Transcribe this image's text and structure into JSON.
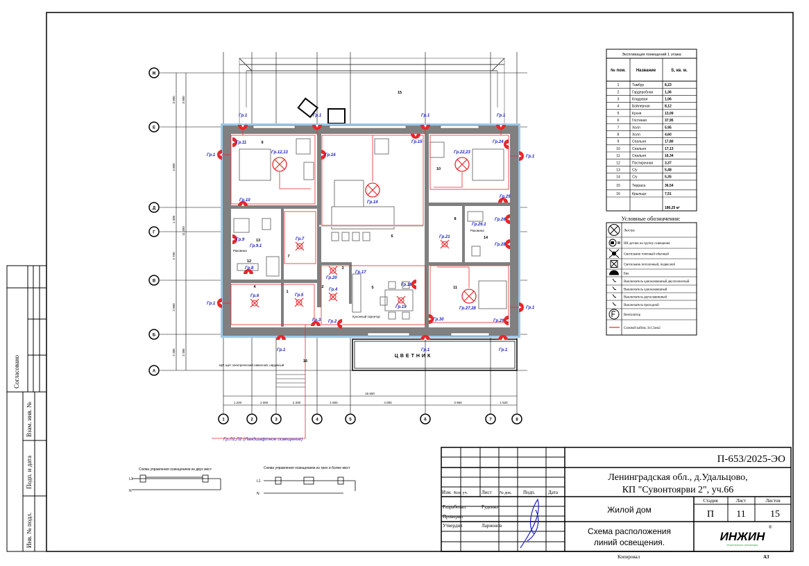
{
  "colors": {
    "wire": "#e8262b",
    "label": "#1a20c8",
    "wall": "#808080",
    "insulation": "#9cc8e8",
    "logo_green": "#2aa84a"
  },
  "axes": {
    "horizontal": [
      "Ж",
      "Е",
      "Д",
      "Г",
      "В",
      "Б",
      "А"
    ],
    "vertical": [
      "1",
      "2",
      "3",
      "4",
      "5",
      "6",
      "7",
      "8"
    ],
    "dims_left_inner": [
      "3 000",
      "4 800",
      "1 300",
      "3 750",
      "2 800",
      "2 385"
    ],
    "dims_left_outer": [
      "3 000",
      "11 350",
      "2 385"
    ],
    "dims_bottom": [
      "1 220",
      "1 000",
      "2 200",
      "1 600",
      "4 000",
      "3 950",
      "1 520"
    ],
    "dim_total_bottom": "15 500"
  },
  "rooms": [
    "1",
    "2",
    "3",
    "4",
    "5",
    "6",
    "7",
    "8",
    "9",
    "10",
    "11",
    "12",
    "13",
    "14",
    "15",
    "16"
  ],
  "plan_labels": {
    "flowerbed": "ЦВЕТНИК",
    "panel_note": "ЩР, щит электрический навесной, наружный",
    "kitchen_note": "Кухонный гарнитур",
    "feed_note": "Гр.Л1,Л2 (Ландшафтное освещение)",
    "bath1": "Раковина",
    "bath2": "Раковина"
  },
  "fixtures": [
    {
      "label": "Гр.1"
    },
    {
      "label": "Гр.1"
    },
    {
      "label": "Гр.1"
    },
    {
      "label": "Гр.1"
    },
    {
      "label": "Гр.1"
    },
    {
      "label": "Гр.1"
    },
    {
      "label": "Гр.1"
    },
    {
      "label": "Гр.1"
    },
    {
      "label": "Гр.1"
    },
    {
      "label": "Гр.1"
    },
    {
      "label": "Гр.1"
    },
    {
      "label": "Гр.11"
    },
    {
      "label": "Гр.10"
    },
    {
      "label": "Гр.9"
    },
    {
      "label": "Гр.8"
    },
    {
      "label": "Гр.15"
    },
    {
      "label": "Гр.16"
    },
    {
      "label": "Гр.24"
    },
    {
      "label": "Гр.25"
    },
    {
      "label": "Гр.26"
    },
    {
      "label": "Гр.28"
    },
    {
      "label": "Гр.18"
    },
    {
      "label": "Гр.30"
    },
    {
      "label": "Гр.29"
    },
    {
      "label": "Гр.2"
    },
    {
      "label": "Гр.3"
    },
    {
      "label": "Гр.12,13"
    },
    {
      "label": "Гр.14"
    },
    {
      "label": "Гр.22,23"
    },
    {
      "label": "Гр.27,28"
    },
    {
      "label": "Гр.7"
    },
    {
      "label": "Гр.6"
    },
    {
      "label": "Гр.5"
    },
    {
      "label": "Гр.20"
    },
    {
      "label": "Гр.4"
    },
    {
      "label": "Гр.21"
    },
    {
      "label": "Гр.19"
    },
    {
      "label": "Гр.17"
    },
    {
      "label": "Гр.9.1"
    },
    {
      "label": "Гр.26.1"
    }
  ],
  "rooms_table": {
    "title": "Экспликация помещений 1 этажа",
    "headers": [
      "№ пом.",
      "Название",
      "S, кв. м."
    ],
    "rows": [
      [
        "1",
        "Тамбур",
        "8,23"
      ],
      [
        "2",
        "Гардеробная",
        "1,36"
      ],
      [
        "3",
        "Кладовая",
        "1,06"
      ],
      [
        "4",
        "Бойлерная",
        "8,12"
      ],
      [
        "5",
        "Кухня",
        "13,09"
      ],
      [
        "6",
        "Гостиная",
        "37,95"
      ],
      [
        "7",
        "Холл",
        "5,95"
      ],
      [
        "8",
        "Холл",
        "4,60"
      ],
      [
        "9",
        "Спальня",
        "17,80"
      ],
      [
        "10",
        "Спальня",
        "17,13"
      ],
      [
        "11",
        "Спальня",
        "16,34"
      ],
      [
        "12",
        "Постирочная",
        "3,37"
      ],
      [
        "13",
        "С/у",
        "5,48"
      ],
      [
        "14",
        "С/у",
        "5,35"
      ],
      [
        "15",
        "Терраса",
        "36,54"
      ],
      [
        "16",
        "Крыльцо",
        "7,51"
      ]
    ],
    "total": "186,25 м²"
  },
  "legend": {
    "title": "Условные обозначения:",
    "items": [
      "Люстра",
      "ИК датчик на группу освещения",
      "Светильник точечный обычный",
      "Светильник потолочный, подвесной",
      "Бра",
      "Выключатель одноклавишный двухполюсный",
      "Выключатель одноклавишный",
      "Выключатель двухклавишный",
      "Выключатель проходной",
      "Вентилятор",
      "Силовой кабель 3х1,5мм2"
    ]
  },
  "schemes": {
    "two_places": "Схема управления освещением из двух мест",
    "three_places": "Схема управления освещением из трех и более мест",
    "L1": "L1",
    "N": "N"
  },
  "stamp_left": {
    "agreed": "Согласовано",
    "inv_replace": "Взам. инв. №",
    "sign_date": "Подп. и дата",
    "inv_orig": "Инв. № подл."
  },
  "title_block": {
    "code": "П-653/2025-ЭО",
    "address_line1": "Ленинградская обл., д.Удальцово,",
    "address_line2": "КП \"Сувонтоярви 2\", уч.66",
    "col_headers": [
      "Изм.",
      "Кол. уч.",
      "Лист",
      "№ док.",
      "Подп.",
      "Дата"
    ],
    "roles": [
      {
        "role": "Разработал",
        "name": "Руденко"
      },
      {
        "role": "Проверил",
        "name": ""
      },
      {
        "role": "Утвердил",
        "name": "Ларионов"
      }
    ],
    "object": "Жилой дом",
    "stage_label": "Стадия",
    "sheet_label": "Лист",
    "sheets_label": "Листов",
    "stage": "П",
    "sheet": "11",
    "sheets": "15",
    "drawing_line1": "Схема расположения",
    "drawing_line2": "линий освещения.",
    "logo": "ИНЖИН",
    "logo_tagline": "Инженерные инновации",
    "copied": "Копировал",
    "format": "А3"
  }
}
